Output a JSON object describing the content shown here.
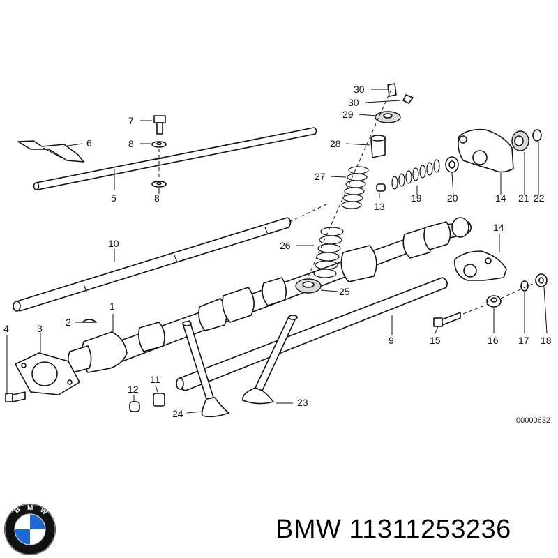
{
  "labels": {
    "p1": "1",
    "p2": "2",
    "p3": "3",
    "p4": "4",
    "p5": "5",
    "p6": "6",
    "p7": "7",
    "p8a": "8",
    "p8b": "8",
    "p9": "9",
    "p10": "10",
    "p11": "11",
    "p12": "12",
    "p13": "13",
    "p14a": "14",
    "p14b": "14",
    "p15": "15",
    "p16": "16",
    "p17": "17",
    "p18": "18",
    "p19": "19",
    "p20": "20",
    "p21": "21",
    "p22": "22",
    "p23": "23",
    "p24": "24",
    "p25": "25",
    "p26": "26",
    "p27": "27",
    "p28": "28",
    "p29": "29",
    "p30a": "30",
    "p30b": "30"
  },
  "reference_code": "00000632",
  "caption": "BMW 11311253236",
  "logo": {
    "text": "BMW",
    "colors": {
      "blue": "#1c69d4",
      "white": "#ffffff",
      "ring": "#111111"
    }
  }
}
